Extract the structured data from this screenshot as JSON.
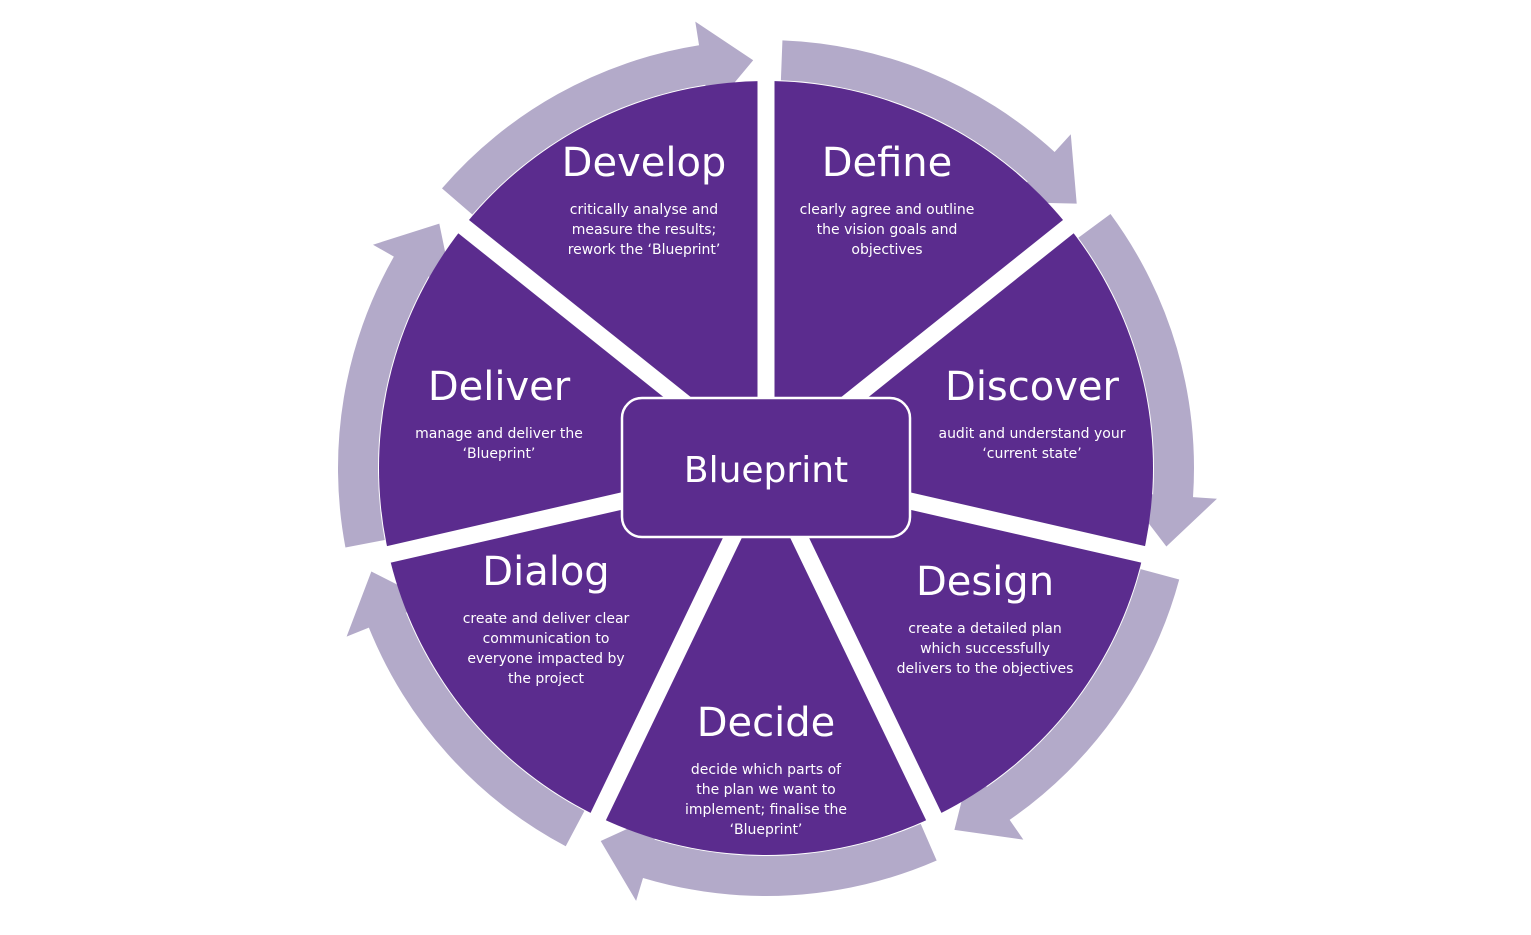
{
  "colors": {
    "segment_fill": "#5b2c8e",
    "ring_arrow": "#b3aac9",
    "divider": "#ffffff",
    "text": "#ffffff",
    "center_border": "#ffffff"
  },
  "center": {
    "label": "Blueprint"
  },
  "segments": [
    {
      "id": "define",
      "title": "Define",
      "lines": [
        "clearly agree and outline",
        "the vision goals and",
        "objectives"
      ]
    },
    {
      "id": "discover",
      "title": "Discover",
      "lines": [
        "audit and understand your",
        "‘current state’"
      ]
    },
    {
      "id": "design",
      "title": "Design",
      "lines": [
        "create a detailed plan",
        "which successfully",
        "delivers to the objectives"
      ]
    },
    {
      "id": "decide",
      "title": "Decide",
      "lines": [
        "decide which parts of",
        "the plan we want to",
        "implement; finalise the",
        "‘Blueprint’"
      ]
    },
    {
      "id": "dialog",
      "title": "Dialog",
      "lines": [
        "create and deliver clear",
        "communication to",
        "everyone impacted by",
        "the project"
      ]
    },
    {
      "id": "deliver",
      "title": "Deliver",
      "lines": [
        "manage and deliver the",
        "‘Blueprint’"
      ]
    },
    {
      "id": "develop",
      "title": "Develop",
      "lines": [
        "critically analyse and",
        "measure the results;",
        "rework the ‘Blueprint’"
      ]
    }
  ]
}
